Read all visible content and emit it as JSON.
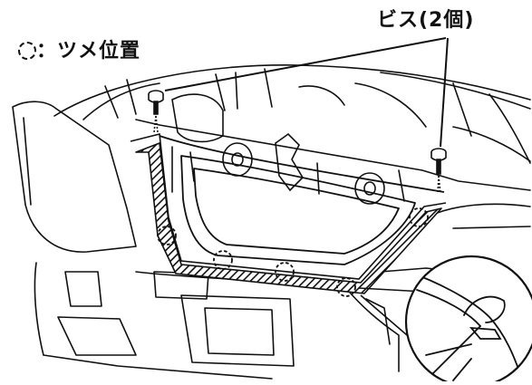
{
  "diagram": {
    "legend": {
      "text": "：ツメ位置",
      "symbol_icon": "dashed-circle-icon"
    },
    "screw_label": "ビス(2個)",
    "clip_count": 5,
    "screw_count": 2,
    "colors": {
      "line": "#111111",
      "hatch_band": "#111111",
      "background": "#ffffff"
    }
  }
}
